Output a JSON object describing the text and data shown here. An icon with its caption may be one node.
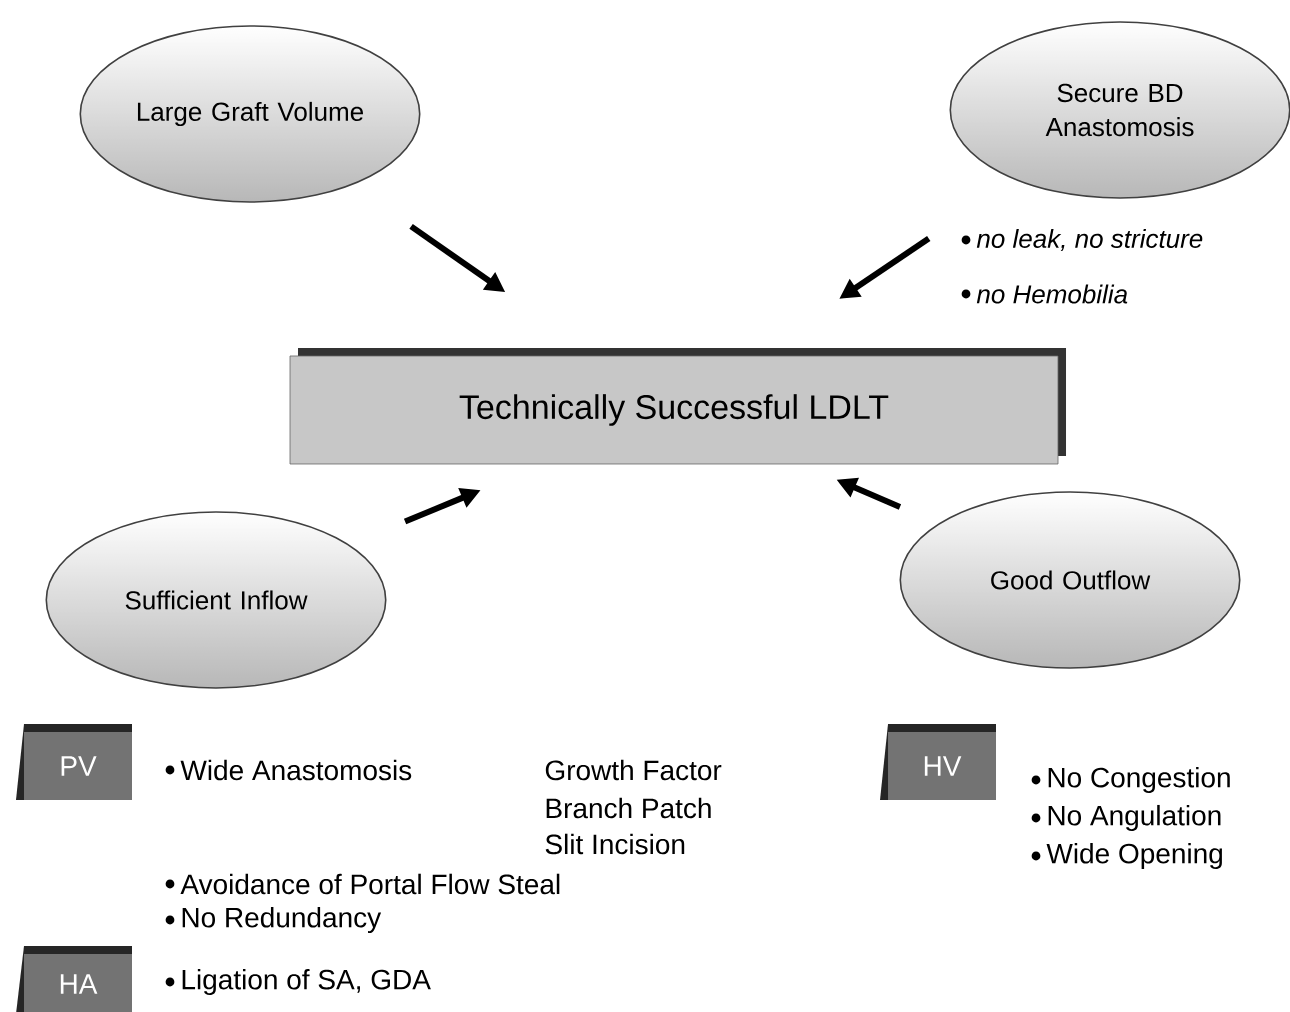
{
  "diagram": {
    "nodes": [
      {
        "text": [
          "Technically Successful LDLT"
        ]
      },
      {
        "text": [
          "Large Graft Volume"
        ]
      },
      {
        "text": [
          "Secure BD Anastomosis"
        ],
        "beside": [
          "no leak, no stricture",
          "no Hemobilia"
        ]
      },
      {
        "text": [
          "Sufficient Inflow"
        ]
      },
      {
        "text": [
          "Good Outflow"
        ]
      },
      {
        "text": [
          "PV"
        ]
      },
      {
        "text": [
          "HV"
        ]
      },
      {
        "text": [
          "HA"
        ]
      }
    ],
    "edges": [
      {
        "from": 1,
        "to": 0,
        "arrow": "to"
      },
      {
        "from": 2,
        "to": 0,
        "arrow": "to"
      },
      {
        "from": 3,
        "to": 0,
        "arrow": "to"
      },
      {
        "from": 4,
        "to": 0,
        "arrow": "to"
      }
    ],
    "labels": [
      "Wide Anastomosis",
      "Growth Factor",
      "Branch Patch",
      "Slit Incision",
      "No Congestion",
      "No Angulation",
      "Wide Opening",
      "Avoidance of Portal Flow Steal",
      "No Redundancy",
      "Ligation of SA, GDA"
    ]
  }
}
